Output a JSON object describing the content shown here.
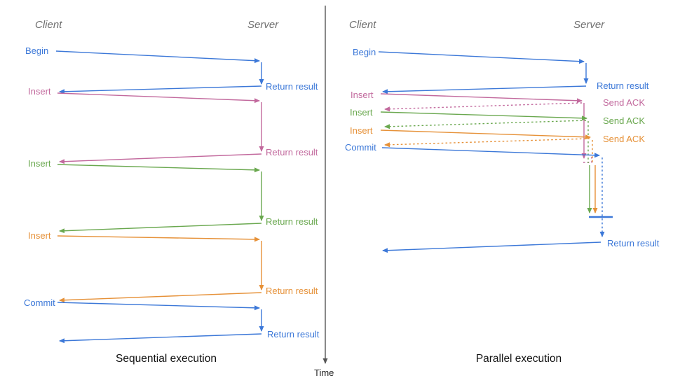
{
  "colors": {
    "blue": "#3c78d8",
    "pink": "#c2699d",
    "green": "#6aa84f",
    "orange": "#e69138",
    "header_gray": "#6e6e6e",
    "title_dark": "#111111",
    "time_axis": "#555555"
  },
  "time_axis": {
    "label": "Time"
  },
  "left_panel": {
    "title": "Sequential execution",
    "client_header": "Client",
    "server_header": "Server",
    "messages": [
      {
        "request": "Begin",
        "response": "Return result",
        "color": "#3c78d8"
      },
      {
        "request": "Insert",
        "response": "Return result",
        "color": "#c2699d"
      },
      {
        "request": "Insert",
        "response": "Return result",
        "color": "#6aa84f"
      },
      {
        "request": "Insert",
        "response": "Return result",
        "color": "#e69138"
      },
      {
        "request": "Commit",
        "response": "Return result",
        "color": "#3c78d8"
      }
    ]
  },
  "right_panel": {
    "title": "Parallel execution",
    "client_header": "Client",
    "server_header": "Server",
    "messages": [
      {
        "request": "Begin",
        "response": "Return result",
        "color": "#3c78d8",
        "response_style": "solid"
      },
      {
        "request": "Insert",
        "response": "Send ACK",
        "color": "#c2699d",
        "response_style": "dashed"
      },
      {
        "request": "Insert",
        "response": "Send ACK",
        "color": "#6aa84f",
        "response_style": "dashed"
      },
      {
        "request": "Insert",
        "response": "Send ACK",
        "color": "#e69138",
        "response_style": "dashed"
      },
      {
        "request": "Commit",
        "response": "Return result",
        "color": "#3c78d8",
        "response_style": "dashed"
      }
    ]
  }
}
